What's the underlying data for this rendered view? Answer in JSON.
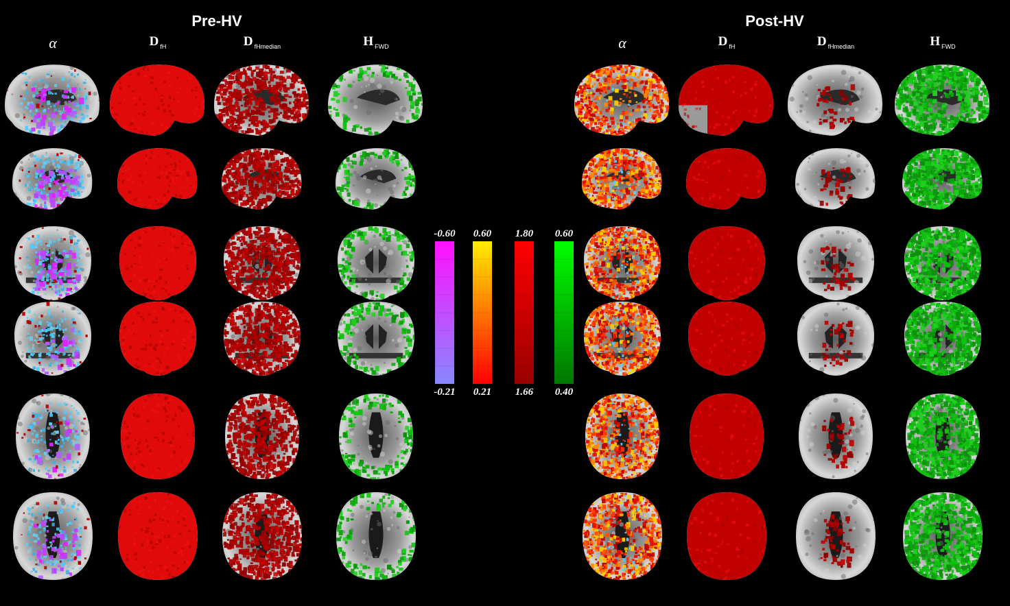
{
  "panels": {
    "pre": {
      "title": "Pre-HV",
      "columns": [
        {
          "id": "alpha",
          "label": "α",
          "sub": ""
        },
        {
          "id": "dfh",
          "label": "D",
          "sub": "fH"
        },
        {
          "id": "dfhmedian",
          "label": "D",
          "sub": "fHmedian"
        },
        {
          "id": "hfwd",
          "label": "H",
          "sub": "FWD"
        }
      ]
    },
    "post": {
      "title": "Post-HV",
      "columns": [
        {
          "id": "alpha",
          "label": "α",
          "sub": ""
        },
        {
          "id": "dfh",
          "label": "D",
          "sub": "fH"
        },
        {
          "id": "dfhmedian",
          "label": "D",
          "sub": "fHmedian"
        },
        {
          "id": "hfwd",
          "label": "H",
          "sub": "FWD"
        }
      ]
    }
  },
  "colorbars": [
    {
      "name": "alpha-negative",
      "top": "-0.60",
      "bottom": "-0.21",
      "top_color": "#ff10ff",
      "bottom_color": "#8888ff"
    },
    {
      "name": "alpha-positive",
      "top": "0.60",
      "bottom": "0.21",
      "top_color": "#ffee00",
      "bottom_color": "#ff0000"
    },
    {
      "name": "dfh",
      "top": "1.80",
      "bottom": "1.66",
      "top_color": "#ff0000",
      "bottom_color": "#990000"
    },
    {
      "name": "hfwd",
      "top": "0.60",
      "bottom": "0.40",
      "top_color": "#00ff00",
      "bottom_color": "#007700"
    }
  ]
}
